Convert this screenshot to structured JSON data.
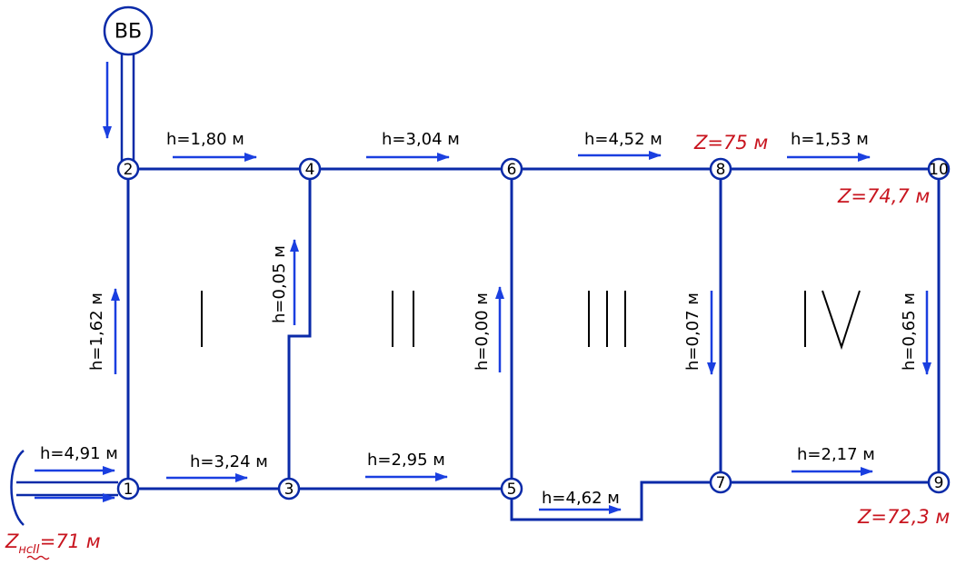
{
  "tower": {
    "label": "ВБ"
  },
  "nodes": [
    {
      "id": "1",
      "label": "1"
    },
    {
      "id": "2",
      "label": "2"
    },
    {
      "id": "3",
      "label": "3"
    },
    {
      "id": "4",
      "label": "4"
    },
    {
      "id": "5",
      "label": "5"
    },
    {
      "id": "6",
      "label": "6"
    },
    {
      "id": "7",
      "label": "7"
    },
    {
      "id": "8",
      "label": "8"
    },
    {
      "id": "9",
      "label": "9"
    },
    {
      "id": "10",
      "label": "10"
    }
  ],
  "head_losses": {
    "p2_4": "h=1,80 м",
    "p4_6": "h=3,04 м",
    "p6_8": "h=4,52 м",
    "p8_10": "h=1,53 м",
    "p1_2": "h=1,62 м",
    "p3_4": "h=0,05 м",
    "p5_6": "h=0,00 м",
    "p8_7": "h=0,07 м",
    "p10_9": "h=0,65 м",
    "inlet": "h=4,91 м",
    "p1_3": "h=3,24 м",
    "p3_5": "h=2,95 м",
    "p5_7": "h=4,62 м",
    "p7_9": "h=2,17 м"
  },
  "elevations": {
    "z8": "Z=75 м",
    "z10": "Z=74,7 м",
    "z9": "Z=72,3 м",
    "pump_prefix": "Z",
    "pump_sub": "нсII",
    "pump_value": "=71 м"
  },
  "rings": {
    "r1": "I",
    "r2": "II",
    "r3": "III",
    "r4": "IV"
  }
}
